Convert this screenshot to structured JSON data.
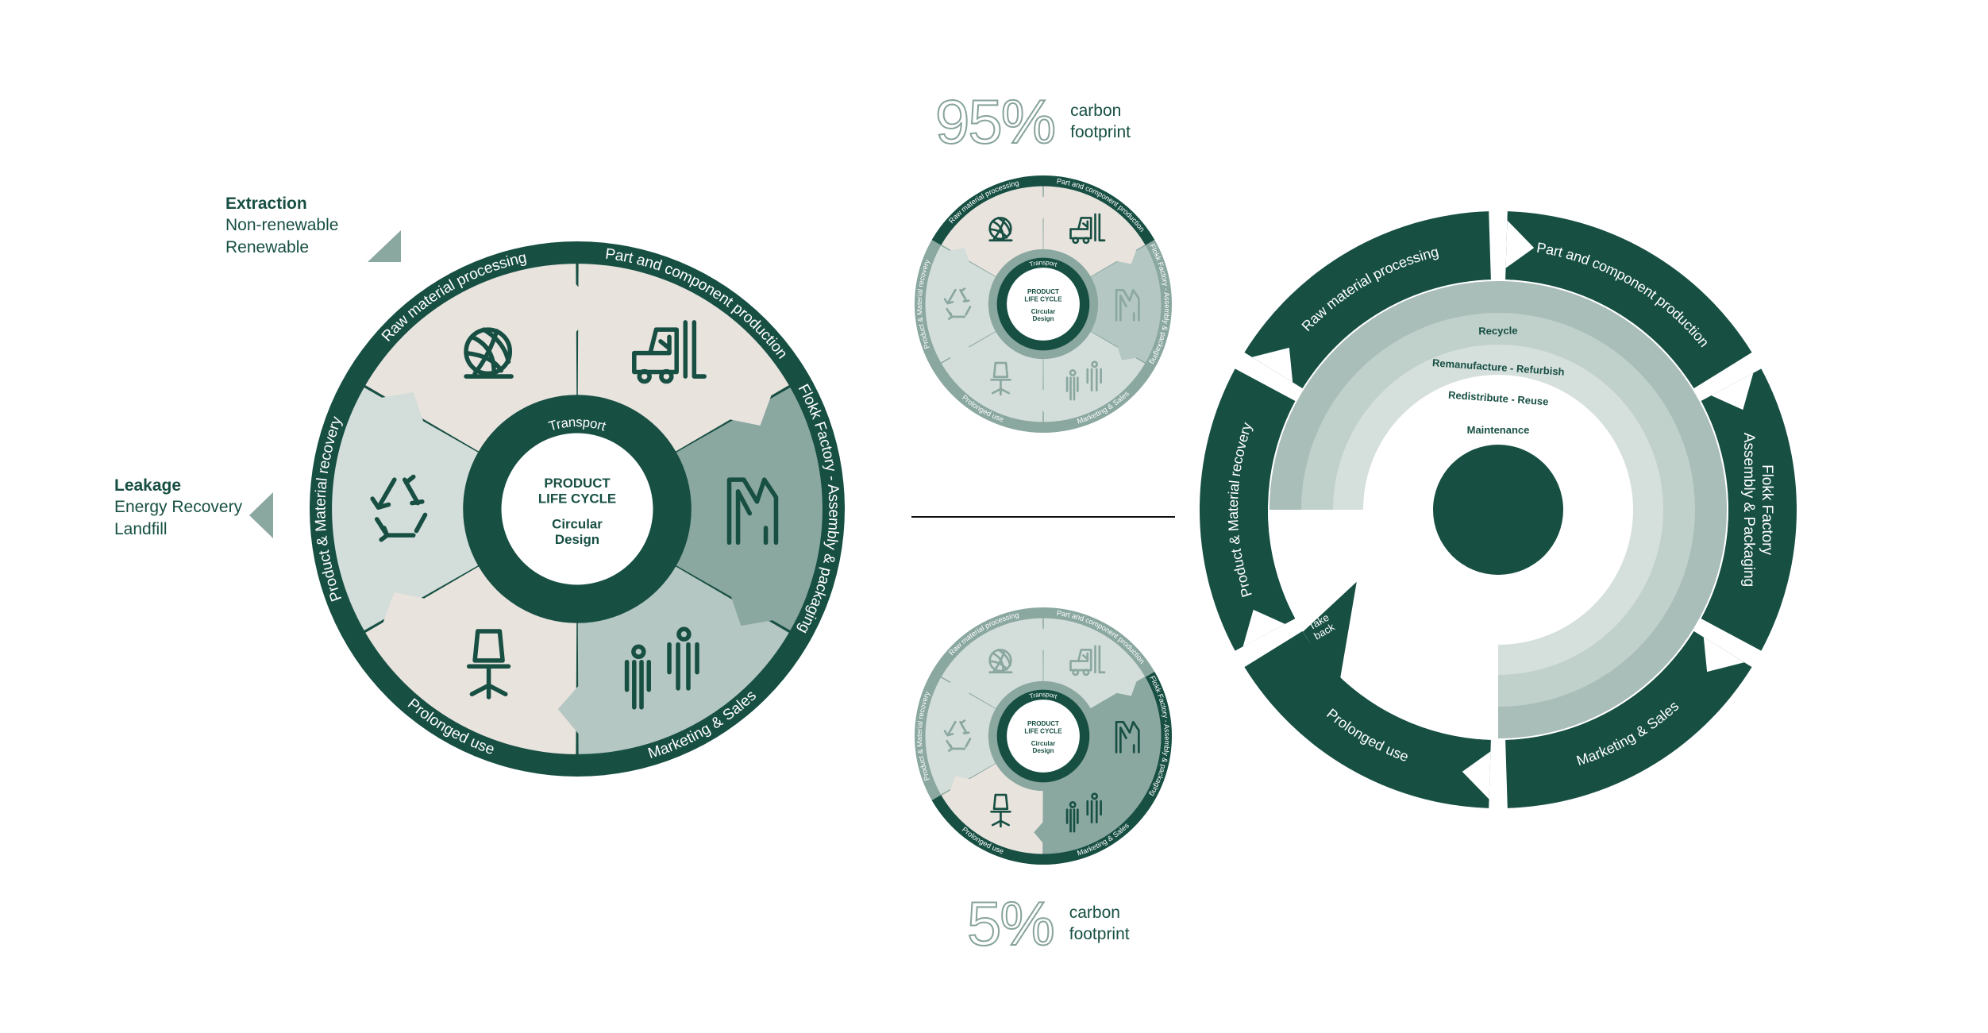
{
  "colors": {
    "dark": "#174f43",
    "mid": "#8aa7a0",
    "light": "#b5c7c2",
    "pale": "#d3ddd9",
    "beige": "#e9e3de",
    "white": "#ffffff"
  },
  "extraction": {
    "title": "Extraction",
    "items": [
      "Non-renewable",
      "Renewable"
    ]
  },
  "leakage": {
    "title": "Leakage",
    "items": [
      "Energy Recovery",
      "Landfill"
    ]
  },
  "cycle": {
    "center_title": "PRODUCT\nLIFE CYCLE",
    "center_subtitle": "Circular\nDesign",
    "transport": "Transport",
    "stages": [
      "Raw material processing",
      "Part and component production",
      "Flokk Factory - Assembly & packaging",
      "Marketing & Sales",
      "Prolonged use",
      "Product & Material recovery"
    ],
    "icons": [
      "yarn-ball-icon",
      "forklift-icon",
      "factory-icon",
      "people-icon",
      "chair-icon",
      "recycle-icon"
    ]
  },
  "small_top": {
    "percent": "95%",
    "caption": "carbon\nfootprint"
  },
  "small_bottom": {
    "percent": "5%",
    "caption": "carbon\nfootprint"
  },
  "loop": {
    "stages": [
      "Raw material processing",
      "Part and component production",
      "Flokk Factory\nAssembly & Packaging",
      "Marketing & Sales",
      "Prolonged use",
      "Product & Material recovery"
    ],
    "rings": [
      "Recycle",
      "Remanufacture - Refurbish",
      "Redistribute - Reuse",
      "Maintenance"
    ],
    "take_back": "Take\nback"
  }
}
